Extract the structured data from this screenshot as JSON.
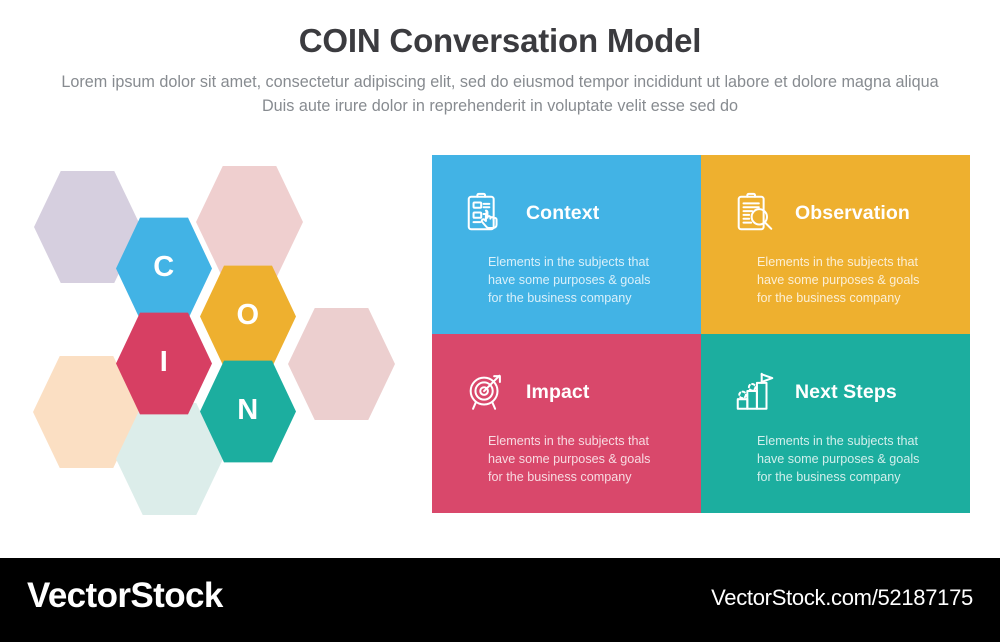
{
  "header": {
    "title": "COIN Conversation Model",
    "subtitle": "Lorem ipsum dolor sit amet, consectetur adipiscing elit, sed do eiusmod tempor incididunt ut labore et dolore magna aliqua Duis aute irure dolor in reprehenderit in voluptate velit esse sed do"
  },
  "hex_cluster": {
    "letters": [
      {
        "label": "C",
        "color": "#42b3e5"
      },
      {
        "label": "O",
        "color": "#eeb02f"
      },
      {
        "label": "I",
        "color": "#d73f63"
      },
      {
        "label": "N",
        "color": "#1cae9f"
      }
    ],
    "decorative_colors": [
      "#d6cfdf",
      "#efcfcf",
      "#eccfcf",
      "#fbdfc3",
      "#dcedea"
    ]
  },
  "quadrants": [
    {
      "key": "context",
      "title": "Context",
      "description": "Elements in the subjects that\nhave  some purposes & goals\nfor the  business company",
      "color": "#42b3e5",
      "icon": "clipboard-hand-icon"
    },
    {
      "key": "observation",
      "title": "Observation",
      "description": "Elements in the subjects that\nhave  some purposes & goals\nfor the  business company",
      "color": "#eeb02f",
      "icon": "clipboard-magnifier-icon"
    },
    {
      "key": "impact",
      "title": "Impact",
      "description": "Elements in the subjects that\nhave  some purposes & goals\nfor the  business company",
      "color": "#d9486b",
      "icon": "target-arrow-icon"
    },
    {
      "key": "next_steps",
      "title": "Next Steps",
      "description": "Elements in the subjects that\nhave  some purposes & goals\nfor the  business company",
      "color": "#1cae9f",
      "icon": "growth-flag-icon"
    }
  ],
  "watermark": {
    "logo": "VectorStock",
    "url": "VectorStock.com/52187175",
    "background": "#000000"
  }
}
